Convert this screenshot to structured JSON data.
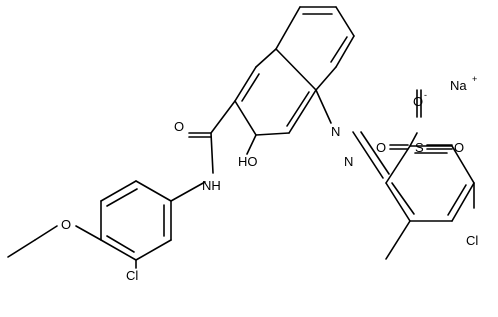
{
  "structure": {
    "counterion": "Na",
    "counterion_charge": "+",
    "atoms": {
      "carbonyl_oxygen": "O",
      "amide_nh": "NH",
      "hydroxyl": "HO",
      "azo_n1": "N",
      "azo_n2": "N",
      "sulfonate_s": "S",
      "sulfonate_o_top": "O",
      "sulfonate_o_top_charge": "-",
      "sulfonate_o_side": "O",
      "sulfonate_o_left": "O",
      "chloro_right": "Cl",
      "chloro_left": "Cl",
      "ether_oxygen": "O"
    }
  }
}
